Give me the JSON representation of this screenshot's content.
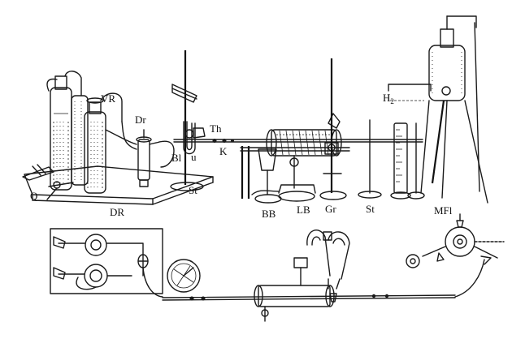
{
  "labels": {
    "vr": "VR",
    "dr_top": "Dr",
    "th": "Th",
    "h2": "H",
    "h2_sub": "2",
    "bl": "Bl",
    "u": "u",
    "k": "K",
    "q": "Q",
    "st_left": "St",
    "dr_bottom": "DR",
    "bb": "BB",
    "lb": "LB",
    "gr": "Gr",
    "st_right": "St",
    "mfl": "MFl"
  }
}
